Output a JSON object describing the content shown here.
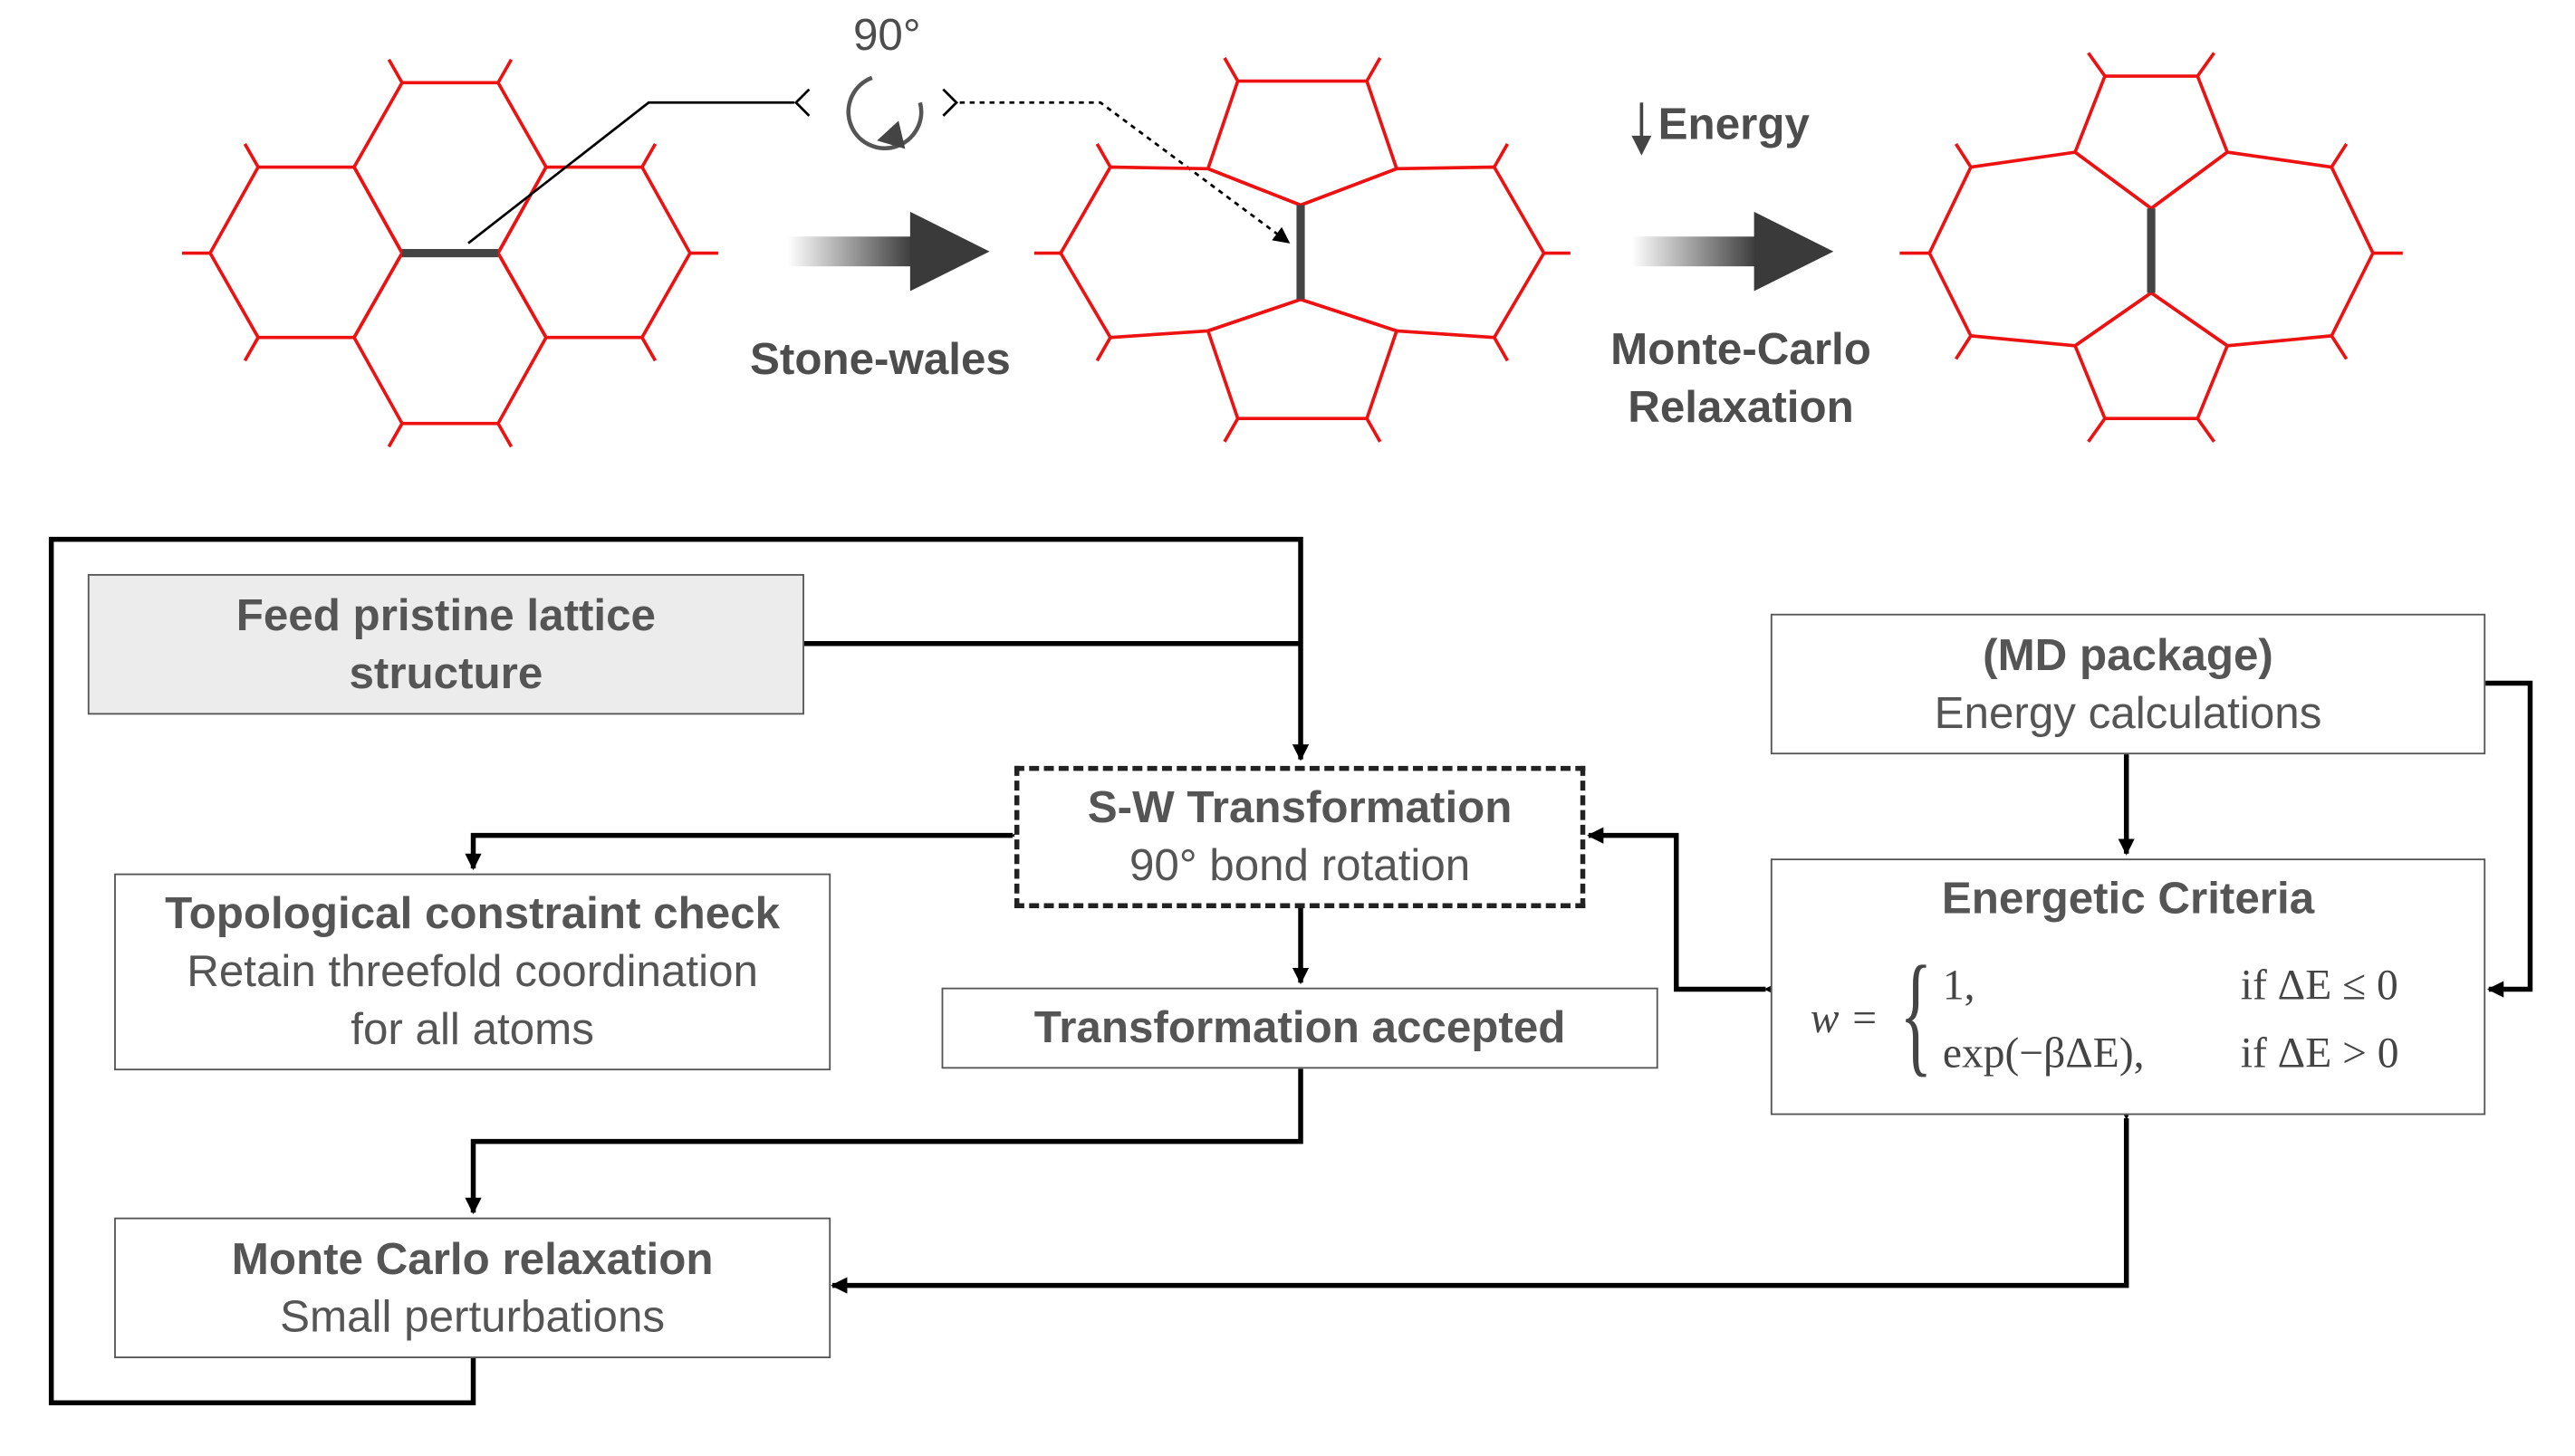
{
  "top": {
    "rotation_angle": "90°",
    "step1_label": "Stone-wales",
    "energy_label": "Energy",
    "step2_line1": "Monte-Carlo",
    "step2_line2": "Relaxation"
  },
  "flowchart": {
    "feed": {
      "line1": "Feed pristine lattice",
      "line2": "structure"
    },
    "sw": {
      "title": "S-W Transformation",
      "subtitle": "90° bond rotation"
    },
    "topo": {
      "title": "Topological constraint check",
      "line1": "Retain threefold coordination",
      "line2": "for all atoms"
    },
    "accepted": {
      "title": "Transformation accepted"
    },
    "mc": {
      "title": "Monte Carlo relaxation",
      "subtitle": "Small perturbations"
    },
    "md": {
      "title": "(MD package)",
      "subtitle": "Energy calculations"
    },
    "criteria": {
      "title": "Energetic Criteria",
      "lhs": "w =",
      "case1_value": "1,",
      "case1_cond": "if ΔE ≤ 0",
      "case2_value": "exp(−βΔE),",
      "case2_cond": "if ΔE > 0"
    }
  },
  "colors": {
    "lattice": "#ee1111",
    "bond": "#444444",
    "box_border": "#555555",
    "feed_fill": "#ececec"
  }
}
